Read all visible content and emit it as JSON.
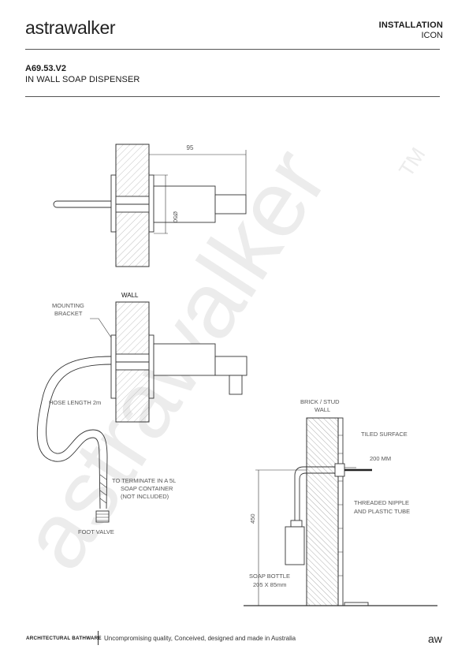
{
  "header": {
    "brand": "astrawalker",
    "doc_type": "INSTALLATION",
    "doc_subtitle": "ICON"
  },
  "product": {
    "code": "A69.53.V2",
    "name": "IN WALL SOAP DISPENSER"
  },
  "watermark": {
    "text": "astrawalker",
    "tm": "TM"
  },
  "drawing": {
    "dim_length": "95",
    "dim_diameter": "Ø50",
    "wall": "WALL",
    "mounting_bracket": [
      "MOUNTING",
      "BRACKET"
    ],
    "hose_length": "HOSE LENGTH 2m",
    "terminate": [
      "TO TERMINATE IN A 5L",
      "SOAP CONTAINER",
      "(NOT INCLUDED)"
    ],
    "foot_valve": "FOOT VALVE",
    "brick_stud": [
      "BRICK / STUD",
      "WALL"
    ],
    "tiled_surface": "TILED SURFACE",
    "dim_200": "200 MM",
    "dim_450": "450",
    "threaded": [
      "THREADED NIPPLE",
      "AND PLASTIC TUBE"
    ],
    "soap_bottle": [
      "SOAP BOTTLE",
      "205 X 85mm"
    ]
  },
  "footer": {
    "left": "ARCHITECTURAL BATHWARE",
    "tagline": "Uncompromising quality, Conceived, designed and made in Australia",
    "logo": "aw"
  },
  "colors": {
    "line": "#333333",
    "watermark": "#ececec"
  }
}
